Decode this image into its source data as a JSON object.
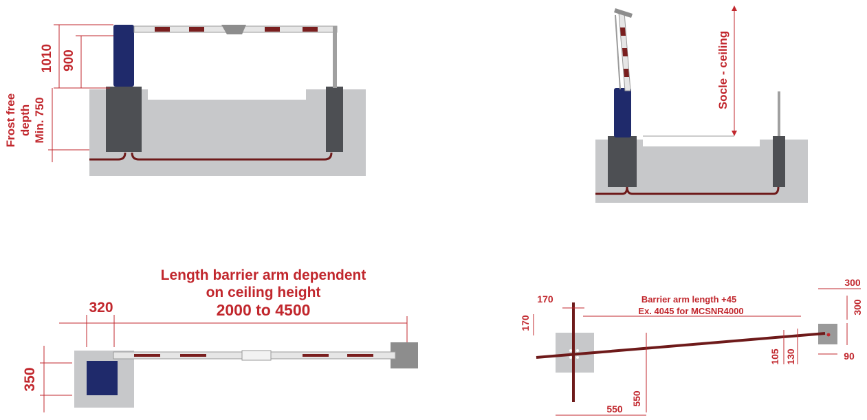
{
  "colors": {
    "accent": "#c1272d",
    "ground": "#c7c8ca",
    "foundation": "#4d4f53",
    "housing": "#1f2a6b",
    "cable": "#6e1a1a",
    "arm_stripe": "#7a1f1f"
  },
  "side_view": {
    "dim_1010": "1010",
    "dim_900": "900",
    "frost_line1": "Frost free",
    "frost_line2": "depth",
    "frost_line3": "Min. 750"
  },
  "raised_view": {
    "label": "Socle - ceiling"
  },
  "top_view": {
    "title_line1": "Length barrier arm dependent",
    "title_line2": "on ceiling height",
    "title_line3": "2000 to 4500",
    "dim_320": "320",
    "dim_350": "350"
  },
  "plan_view": {
    "note_line1": "Barrier arm length +45",
    "note_line2": "Ex. 4045 for MCSNR4000",
    "dim_170_top": "170",
    "dim_170_side": "170",
    "dim_550_bottom": "550",
    "dim_550_side": "550",
    "dim_300_top": "300",
    "dim_300_side": "300",
    "dim_105": "105",
    "dim_130": "130",
    "dim_90": "90"
  }
}
